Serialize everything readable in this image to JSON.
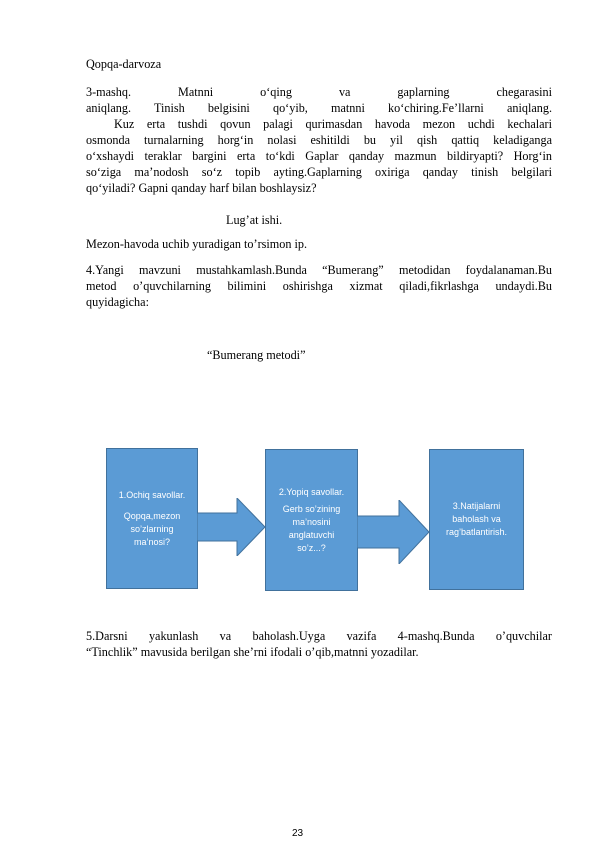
{
  "heading": "Qopqa-darvoza",
  "task3": {
    "lines": [
      "3-mashq. Matnni o‘qing va gaplarning chegarasini",
      "aniqlang. Tinish belgisini qo‘yib, matnni ko‘chiring.Fe’llarni aniqlang.",
      "Kuz erta tushdi qovun palagi qurimasdan havoda mezon uchdi kechalari",
      "osmonda turnalarning  horg‘in nolasi eshitildi bu yil qish qattiq keladiganga",
      "o‘xshaydi teraklar bargini erta to‘kdi Gaplar qanday mazmun bildiryapti? Horg‘in",
      "so‘ziga   ma’nodosh so‘z topib ayting.Gaplarning oxiriga qanday tinish belgilari",
      "qo‘yiladi? Gapni qanday harf bilan boshlaysiz?"
    ]
  },
  "lugat_title": "Lug’at ishi.",
  "lugat_text": "Mezon-havoda uchib yuradigan to’rsimon ip.",
  "task4": {
    "lines": [
      "4.Yangi mavzuni mustahkamlash.Bunda “Bumerang” metodidan foydalanaman.Bu",
      "metod o’quvchilarning bilimini oshirishga xizmat qiladi,fikrlashga undaydi.Bu",
      "quyidagicha:"
    ]
  },
  "method_title": "“Bumerang metodi”",
  "diagram": {
    "box1": [
      "1.Ochiq savollar.",
      "Qopqa,mezon",
      "so’zlarning",
      "ma’nosi?"
    ],
    "box2": [
      "2.Yopiq savollar.",
      "Gerb so’zining",
      "ma’nosini",
      "anglatuvchi",
      "so’z...?"
    ],
    "box3": [
      "3.Natijalarni",
      "baholash va",
      "rag’batlantirish."
    ],
    "colors": {
      "box": "#5b9bd5",
      "border": "#41719c"
    }
  },
  "task5": {
    "lines": [
      "5.Darsni yakunlash va baholash.Uyga vazifa 4-mashq.Bunda o’quvchilar",
      "“Tinchlik” mavusida berilgan she’rni ifodali o’qib,matnni yozadilar."
    ]
  },
  "page_number": "23"
}
